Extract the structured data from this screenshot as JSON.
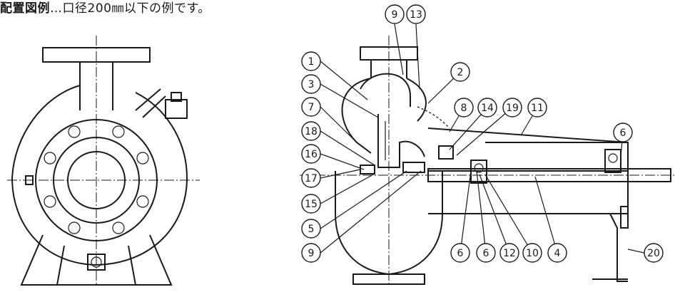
{
  "caption": {
    "bold": "配置図例",
    "rest": "…口径200㎜以下の例です。"
  },
  "markers": [
    {
      "id": "m9a",
      "label": "9"
    },
    {
      "id": "m13",
      "label": "13"
    },
    {
      "id": "m1",
      "label": "1"
    },
    {
      "id": "m2",
      "label": "2"
    },
    {
      "id": "m3",
      "label": "3"
    },
    {
      "id": "m7",
      "label": "7"
    },
    {
      "id": "m8",
      "label": "8"
    },
    {
      "id": "m14",
      "label": "14"
    },
    {
      "id": "m19",
      "label": "19"
    },
    {
      "id": "m11",
      "label": "11"
    },
    {
      "id": "m6a",
      "label": "6"
    },
    {
      "id": "m18",
      "label": "18"
    },
    {
      "id": "m16",
      "label": "16"
    },
    {
      "id": "m17",
      "label": "17"
    },
    {
      "id": "m15",
      "label": "15"
    },
    {
      "id": "m5",
      "label": "5"
    },
    {
      "id": "m9b",
      "label": "9"
    },
    {
      "id": "m6b",
      "label": "6"
    },
    {
      "id": "m6c",
      "label": "6"
    },
    {
      "id": "m12",
      "label": "12"
    },
    {
      "id": "m10",
      "label": "10"
    },
    {
      "id": "m4",
      "label": "4"
    },
    {
      "id": "m20",
      "label": "20"
    }
  ]
}
